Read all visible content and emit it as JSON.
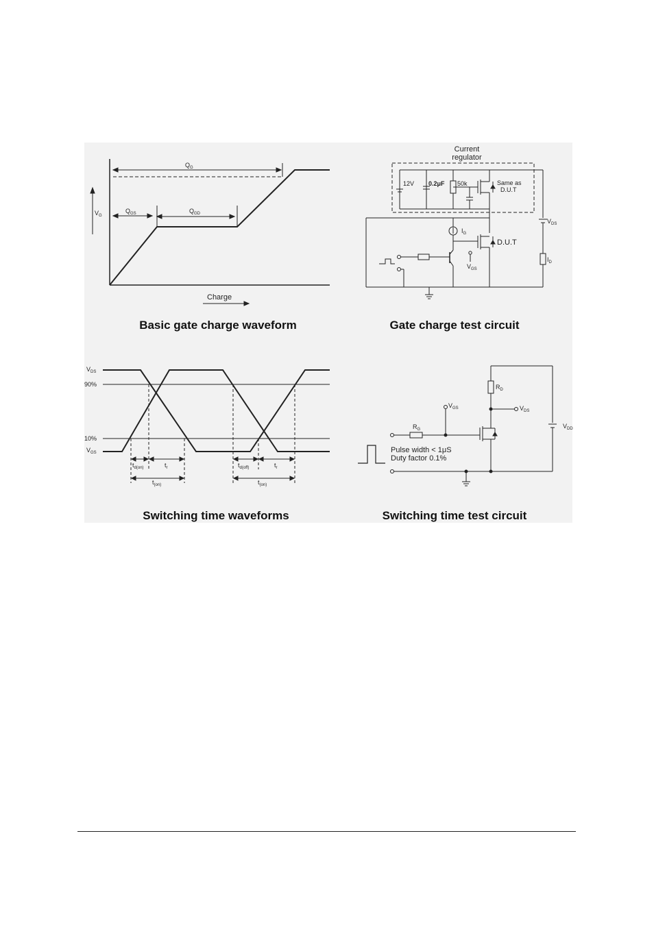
{
  "gate_charge": {
    "caption": "Basic gate charge waveform",
    "qg": "Q",
    "qg_sub": "G",
    "qgs": "Q",
    "qgs_sub": "GS",
    "qgd": "Q",
    "qgd_sub": "GD",
    "vg": "V",
    "vg_sub": "G",
    "xlabel": "Charge"
  },
  "gate_circuit": {
    "caption": "Gate charge test circuit",
    "regulator_line1": "Current",
    "regulator_line2": "regulator",
    "v12": "12V",
    "cap": "0.2μF",
    "res": "50k",
    "same_as1": "Same as",
    "same_as2": "D.U.T",
    "ig": "I",
    "ig_sub": "G",
    "dut": "D.U.T",
    "vgs": "V",
    "vgs_sub": "GS",
    "vds": "V",
    "vds_sub": "DS",
    "id": "I",
    "id_sub": "D"
  },
  "switch_wave": {
    "caption": "Switching time waveforms",
    "vds": "V",
    "vds_sub": "DS",
    "p90": "90%",
    "p10": "10%",
    "vgs": "V",
    "vgs_sub": "GS",
    "td_on": "t",
    "td_on_sub": "d(on)",
    "tr1": "t",
    "tr1_sub": "r",
    "ton": "t",
    "ton_sub": "(on)",
    "td_off": "t",
    "td_off_sub": "d(off)",
    "tr2": "t",
    "tr2_sub": "r",
    "ton2": "t",
    "ton2_sub": "(on)"
  },
  "switch_circuit": {
    "caption": "Switching time test circuit",
    "vgs": "V",
    "vgs_sub": "GS",
    "rd": "R",
    "rd_sub": "D",
    "vds": "V",
    "vds_sub": "DS",
    "vdd": "V",
    "vdd_sub": "DD",
    "rg": "R",
    "rg_sub": "G",
    "pulse": "Pulse width < 1μS",
    "duty": "Duty factor 0.1%"
  },
  "colors": {
    "panel": "#f2f2f2",
    "ink": "#222222"
  }
}
